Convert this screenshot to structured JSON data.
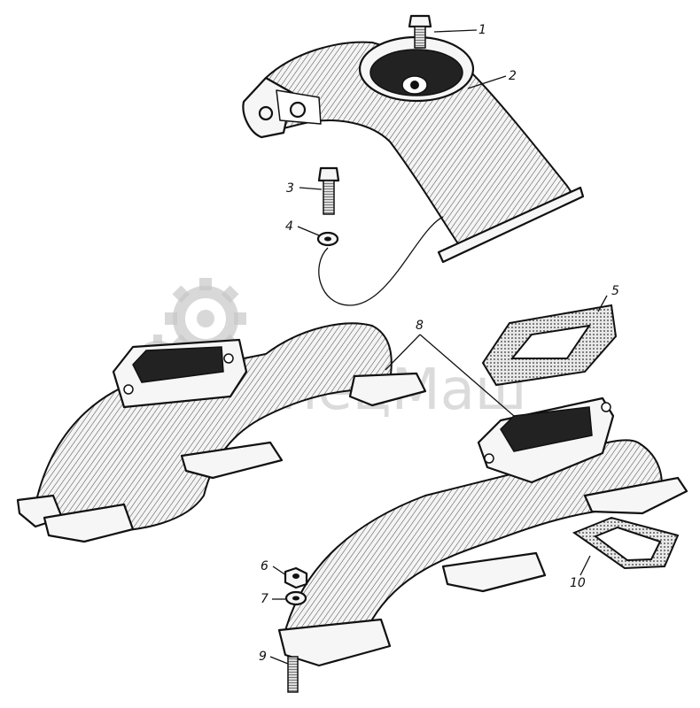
{
  "watermark": {
    "text": "СпецМаш",
    "color": "#bdbdbd"
  },
  "callouts": [
    {
      "id": "1",
      "label": "1"
    },
    {
      "id": "2",
      "label": "2"
    },
    {
      "id": "3",
      "label": "3"
    },
    {
      "id": "4",
      "label": "4"
    },
    {
      "id": "5",
      "label": "5"
    },
    {
      "id": "6",
      "label": "6"
    },
    {
      "id": "7",
      "label": "7"
    },
    {
      "id": "8",
      "label": "8"
    },
    {
      "id": "9",
      "label": "9"
    },
    {
      "id": "10",
      "label": "10"
    }
  ]
}
